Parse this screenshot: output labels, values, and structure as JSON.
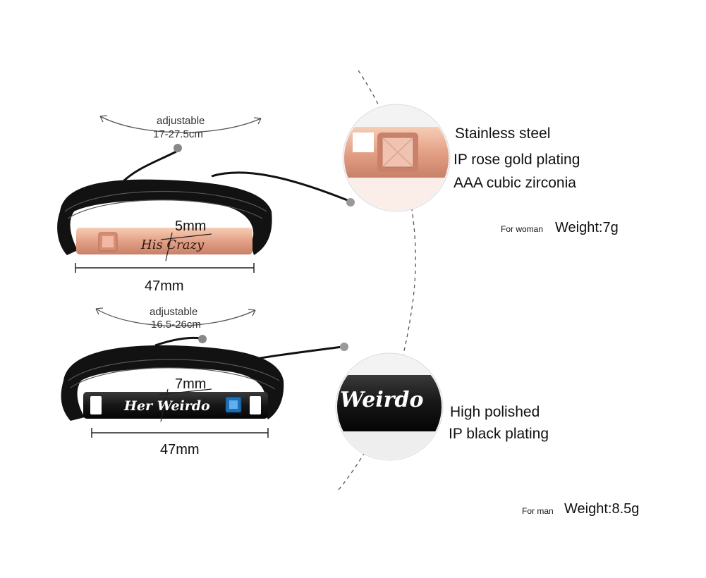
{
  "women_bracelet": {
    "adjust_label": "adjustable",
    "adjust_range": "17-27.5cm",
    "width_label": "5mm",
    "length_label": "47mm",
    "engraving": "His Crazy",
    "color": "#e8a98c"
  },
  "men_bracelet": {
    "adjust_label": "adjustable",
    "adjust_range": "16.5-26cm",
    "width_label": "7mm",
    "length_label": "47mm",
    "engraving": "Her Weirdo",
    "color": "#1b1b1b"
  },
  "women_specs": [
    "Stainless steel",
    "IP rose gold plating",
    "AAA cubic zirconia"
  ],
  "men_specs": [
    "High polished",
    "IP black plating"
  ],
  "women_weight": {
    "tag": "For woman",
    "value": "Weight:7g"
  },
  "men_weight": {
    "tag": "For man",
    "value": "Weight:8.5g"
  },
  "zoom_men_text": "Weirdo"
}
